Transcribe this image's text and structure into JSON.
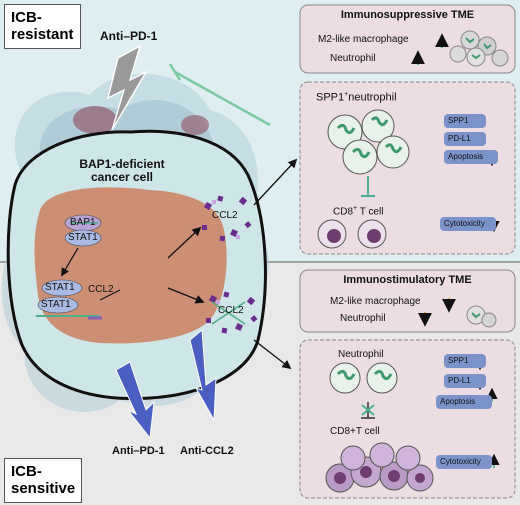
{
  "corners": {
    "resistant_line1": "ICB-",
    "resistant_line2": "resistant",
    "sensitive_line1": "ICB-",
    "sensitive_line2": "sensitive"
  },
  "drugs": {
    "anti_pd1_top": "Anti–PD-1",
    "anti_pd1_bottom": "Anti–PD-1",
    "anti_ccl2": "Anti-CCL2"
  },
  "cell": {
    "title_line1": "BAP1-deficient",
    "title_line2": "cancer cell",
    "bap1": "BAP1",
    "stat1_a": "STAT1",
    "stat1_b": "STAT1",
    "stat1_c": "STAT1",
    "ccl2_gene": "CCL2"
  },
  "secreted": {
    "ccl2_top": "CCL2",
    "ccl2_bottom": "CCL2"
  },
  "resistant_panel": {
    "tme_title": "Immunosuppressive TME",
    "m2": "M2-like macrophage",
    "neutrophil": "Neutrophil",
    "subtitle_main": "SPP1",
    "subtitle_sup": "+",
    "subtitle_rest": "neutrophil",
    "cd8_main": "CD8",
    "cd8_sup": "+",
    "cd8_rest": " T cell",
    "markers": [
      "SPP1",
      "PD-L1",
      "Apoptosis"
    ],
    "cytotoxicity": "Cytotoxicity"
  },
  "sensitive_panel": {
    "tme_title": "Immunostimulatory TME",
    "m2": "M2-like macrophage",
    "neutrophil": "Neutrophil",
    "subtitle": "Neutrophil",
    "cd8": "CD8+T cell",
    "markers": [
      "SPP1",
      "PD-L1",
      "Apoptosis"
    ],
    "cytotoxicity": "Cytotoxicity"
  },
  "colors": {
    "up_arrow": "#4caf88",
    "down_arrow": "#d4a533",
    "marker_pill": "#7b93c9",
    "panel_fill": "#ecdde3",
    "inhibit_line": "#7cc9a6",
    "drug_bolt": "#4a5fc1",
    "ccl2_purple": "#6b2c8f"
  }
}
